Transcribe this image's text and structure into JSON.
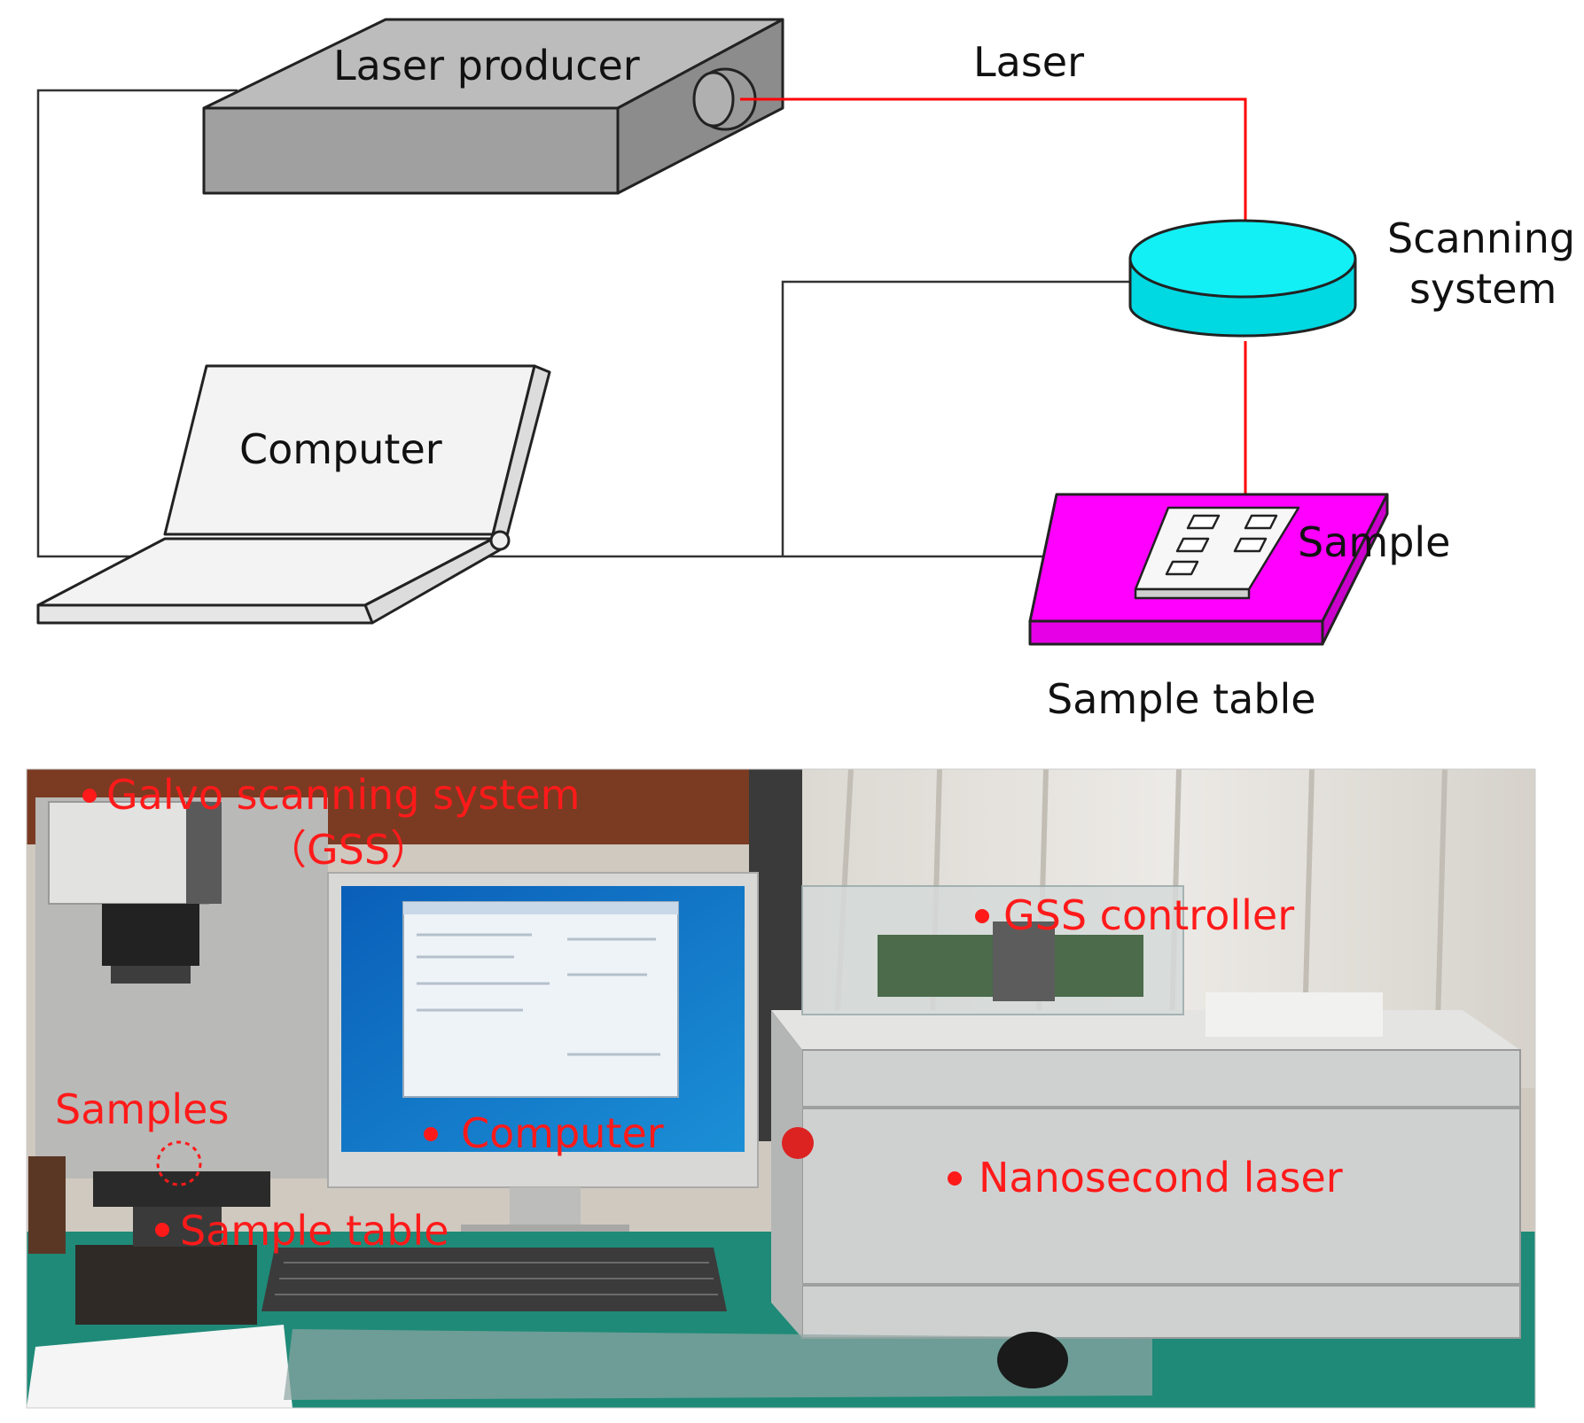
{
  "schematic": {
    "laser_producer": "Laser producer",
    "laser_beam": "Laser",
    "scanning_system_line1": "Scanning",
    "scanning_system_line2": "system",
    "computer": "Computer",
    "sample": "Sample",
    "sample_table": "Sample table"
  },
  "photo": {
    "galvo_line1": "Galvo scanning system",
    "galvo_line2": "（GSS）",
    "gss_controller": "GSS controller",
    "samples": "Samples",
    "computer": "Computer",
    "sample_table": "Sample table",
    "nanosecond_laser": "Nanosecond laser"
  },
  "colors": {
    "laser_beam": "#ff0000",
    "laser_box": "#a6a6a6",
    "scanner": "#00e5ee",
    "sample_table": "#ff00ff",
    "photo_labels": "#ff1a1a"
  }
}
